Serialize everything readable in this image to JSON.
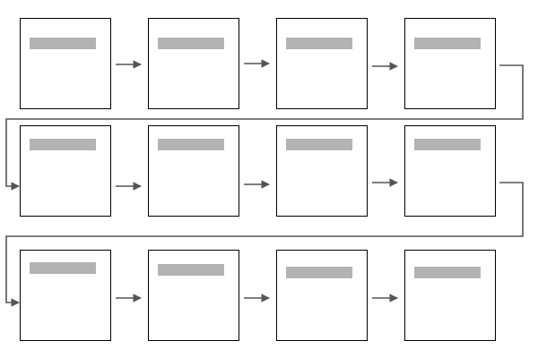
{
  "diagram": {
    "type": "serpentine-flow",
    "rows": 3,
    "columns": 4,
    "steps": [
      {
        "id": 1,
        "label": ""
      },
      {
        "id": 2,
        "label": ""
      },
      {
        "id": 3,
        "label": ""
      },
      {
        "id": 4,
        "label": ""
      },
      {
        "id": 5,
        "label": ""
      },
      {
        "id": 6,
        "label": ""
      },
      {
        "id": 7,
        "label": ""
      },
      {
        "id": 8,
        "label": ""
      },
      {
        "id": 9,
        "label": ""
      },
      {
        "id": 10,
        "label": ""
      },
      {
        "id": 11,
        "label": ""
      },
      {
        "id": 12,
        "label": ""
      }
    ],
    "connections": [
      {
        "from": 1,
        "to": 2
      },
      {
        "from": 2,
        "to": 3
      },
      {
        "from": 3,
        "to": 4
      },
      {
        "from": 4,
        "to": 5
      },
      {
        "from": 5,
        "to": 6
      },
      {
        "from": 6,
        "to": 7
      },
      {
        "from": 7,
        "to": 8
      },
      {
        "from": 8,
        "to": 9
      },
      {
        "from": 9,
        "to": 10
      },
      {
        "from": 10,
        "to": 11
      },
      {
        "from": 11,
        "to": 12
      }
    ],
    "colors": {
      "box_border": "#000000",
      "box_fill": "#ffffff",
      "label_placeholder": "#b3b3b3",
      "connector": "#555555"
    }
  }
}
